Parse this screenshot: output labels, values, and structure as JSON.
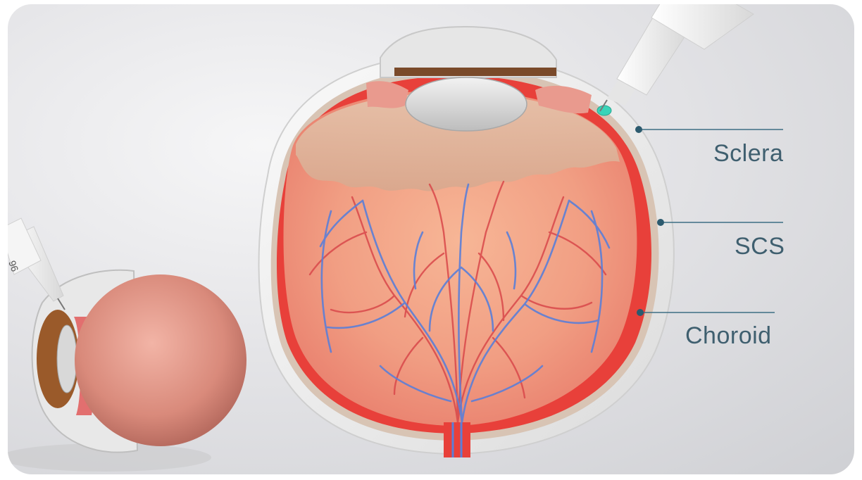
{
  "labels": {
    "sclera": "Sclera",
    "scs": "SCS",
    "choroid": "Choroid"
  },
  "colors": {
    "label_text": "#3f5f6f",
    "leader_line": "#3d6e84",
    "sclera": "#f1f1f1",
    "choroid": "#e8403a",
    "retina": "#f0a083",
    "vessel_blue": "#5b7fd8",
    "vessel_red": "#d9484a",
    "injection_drop": "#39d4b8"
  },
  "icons": {
    "syringe_large": "syringe-icon",
    "syringe_small": "syringe-icon"
  }
}
